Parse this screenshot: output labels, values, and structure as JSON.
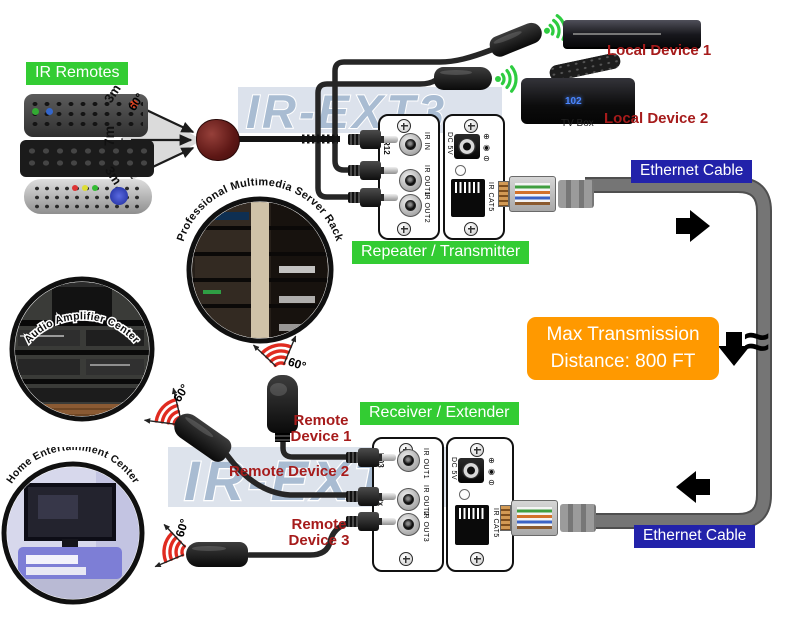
{
  "product": "IR-EXT3",
  "colors": {
    "label_green": "#33CC33",
    "label_blue": "#2222AA",
    "label_orange": "#FF9900",
    "label_dark_red": "#A61B1B",
    "watermark_text": "#A9BCD2",
    "cable_gray": "#6B6B6B",
    "ir_wave_red": "#E02B20",
    "ir_wave_green": "#2ECC40"
  },
  "watermark": {
    "text": "IR-EXT3"
  },
  "labels": {
    "ir_remotes": "IR Remotes",
    "repeater": "Repeater / Transmitter",
    "receiver": "Receiver / Extender",
    "ethernet_top": "Ethernet Cable",
    "ethernet_bottom": "Ethernet Cable",
    "max_line1": "Max Transmission",
    "max_line2": "Distance: 800 FT",
    "approx": "≈"
  },
  "range_fan": {
    "near": "3m",
    "mid": "7m",
    "far": "3m",
    "angle": "60°"
  },
  "beam_angle": "60°",
  "local_devices": {
    "device1": "Local Device 1",
    "device2": "Local Device 2",
    "tv_box_caption": "TV Box",
    "tv_display": "102"
  },
  "remote_devices": {
    "r1_line1": "Remote",
    "r1_line2": "Device 1",
    "r2": "Remote Device 2",
    "r3_line1": "Remote",
    "r3_line2": "Device 3"
  },
  "circles": {
    "server_rack": "Professional Multimedia Server Rack",
    "audio_amp": "Audio Amplifier Center",
    "home_ent": "Home Entertainment Center"
  },
  "transmitter": {
    "jack1": "IR IN",
    "jack2": "IR OUT1",
    "jack3": "IR OUT2",
    "power": "DC 5V",
    "port": "IR CAT5",
    "fragment": "R12",
    "polarity_plus": "⊕",
    "polarity_pin": "◉",
    "polarity_minus": "⊖"
  },
  "receiver_unit": {
    "jack1": "IR OUT1",
    "jack2": "IR OUT2",
    "jack3": "IR OUT3",
    "power": "DC 5V",
    "port": "IR CAT5",
    "fragment1": "R03",
    "fragment2": "tx",
    "polarity_plus": "⊕",
    "polarity_pin": "◉",
    "polarity_minus": "⊖"
  }
}
